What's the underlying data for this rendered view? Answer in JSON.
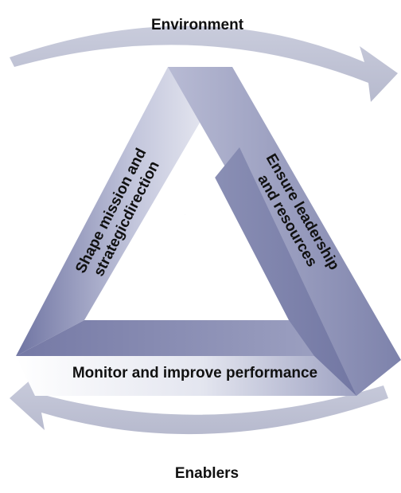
{
  "environment_label": "Environment",
  "enablers_label": "Enablers",
  "left_side": {
    "line1": "Shape mission and",
    "line2": "strategicdirection"
  },
  "right_side": {
    "line1": "Ensure leadership",
    "line2": "and resources"
  },
  "base_label": "Monitor and improve performance",
  "colors": {
    "arrow": "#c4c7d8",
    "face_light": "#eaebf3",
    "face_mid": "#b7bad3",
    "face_dark": "#7b80aa",
    "face_darker": "#6a6f9c",
    "text": "#111111"
  }
}
